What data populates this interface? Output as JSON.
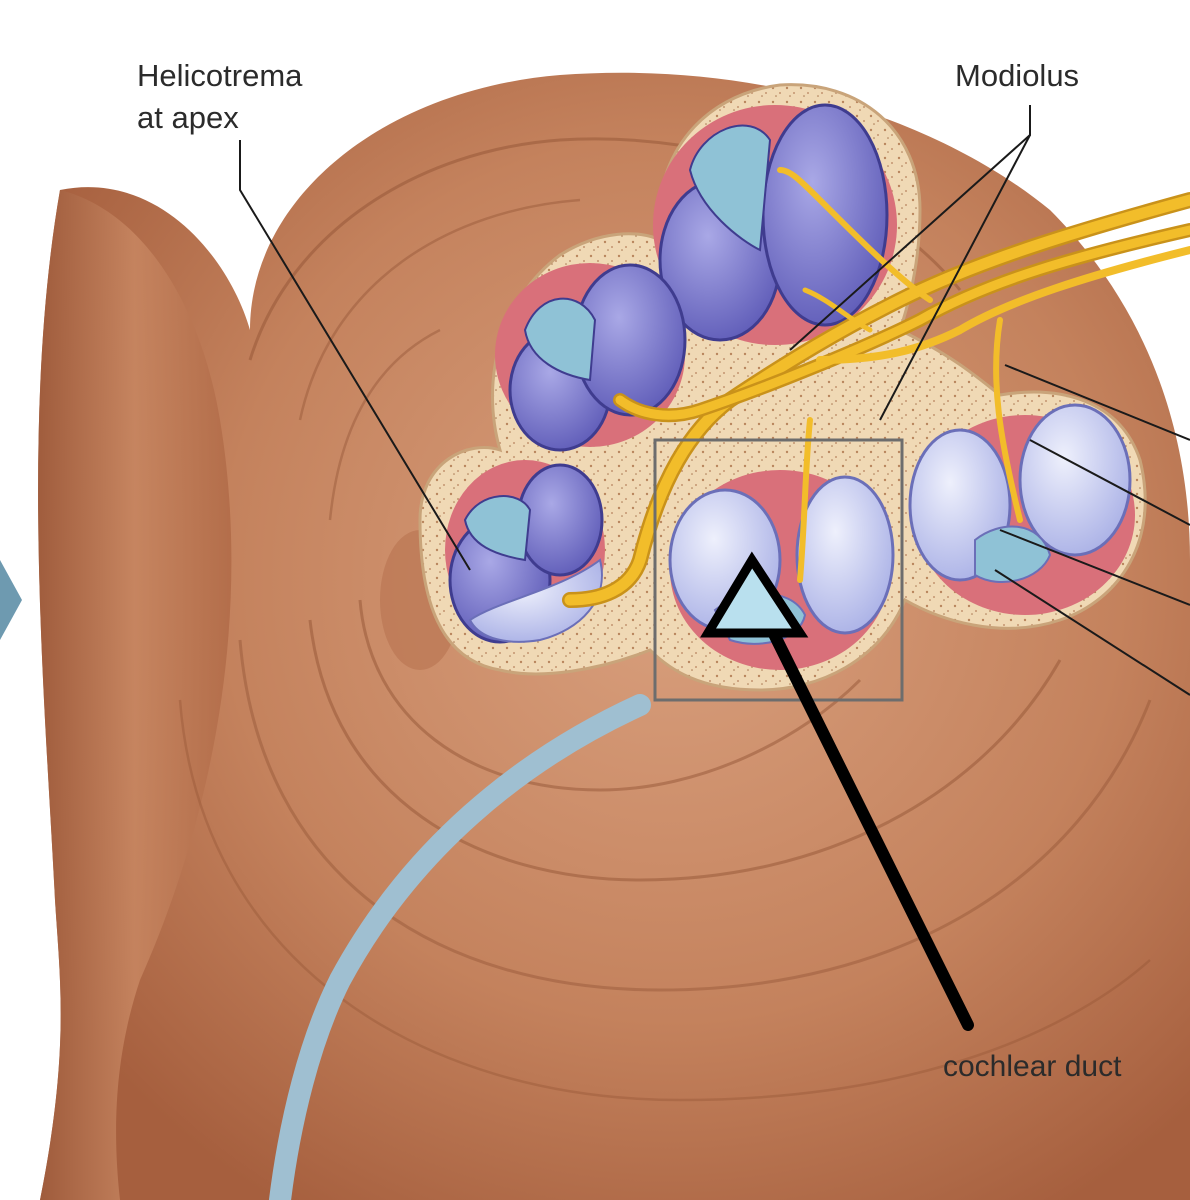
{
  "labels": {
    "helicotrema_line1": "Helicotrema",
    "helicotrema_line2": "at apex",
    "modiolus": "Modiolus",
    "cochlear_duct": "cochlear duct"
  },
  "colors": {
    "tissue": "#c98a66",
    "tissue_dark": "#a45f3f",
    "bone": "#f0d9b5",
    "bone_dots": "#b9865e",
    "scala_purple": "#7f7ccf",
    "scala_pale": "#c8cdf2",
    "duct_blue": "#8fc2d6",
    "membrane_pink": "#d9707a",
    "nerve": "#f2bd2a",
    "nerve_dark": "#c9921a",
    "tube": "#a8c4d4",
    "arrow": "#000000"
  }
}
